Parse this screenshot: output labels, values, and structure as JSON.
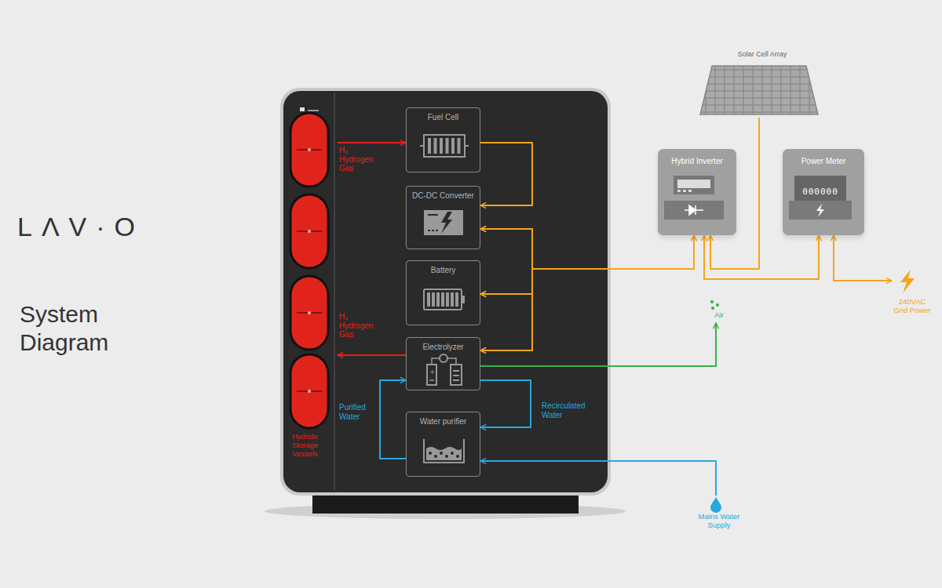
{
  "diagram": {
    "title": "System Diagram",
    "nodes": [
      {
        "text": [
          "Hydride Storage Vessels"
        ]
      },
      {
        "text": [
          "Fuel Cell"
        ]
      },
      {
        "text": [
          "DC-DC Converter"
        ]
      },
      {
        "text": [
          "Battery"
        ]
      },
      {
        "text": [
          "Electrolyzer"
        ]
      },
      {
        "text": [
          "Water purifier"
        ]
      },
      {
        "text": [
          "Solar Cell Array"
        ]
      },
      {
        "text": [
          "Hybrid Inverter"
        ]
      },
      {
        "text": [
          "Power Meter"
        ]
      },
      {
        "text": [
          "240VAC Grid Power"
        ]
      },
      {
        "text": [
          "Air"
        ]
      },
      {
        "text": [
          "Mains Water Supply"
        ]
      }
    ],
    "edges": [
      {
        "from": 0,
        "to": 1,
        "arrow": "to",
        "label": "H₂ Hydrogen Gas"
      },
      {
        "from": 4,
        "to": 0,
        "arrow": "to",
        "label": "H₂ Hydrogen Gas"
      },
      {
        "from": 1,
        "to": 2,
        "arrow": "to"
      },
      {
        "from": 2,
        "to": 3,
        "arrow": "both"
      },
      {
        "from": 2,
        "to": 4,
        "arrow": "to"
      },
      {
        "from": 2,
        "to": 7,
        "arrow": "both"
      },
      {
        "from": 3,
        "to": 7,
        "arrow": "both"
      },
      {
        "from": 3,
        "to": 4,
        "arrow": "to"
      },
      {
        "from": 6,
        "to": 7,
        "arrow": "to"
      },
      {
        "from": 7,
        "to": 8,
        "arrow": "both"
      },
      {
        "from": 8,
        "to": 9,
        "arrow": "both"
      },
      {
        "from": 4,
        "to": 10,
        "arrow": "to"
      },
      {
        "from": 11,
        "to": 5,
        "arrow": "to"
      },
      {
        "from": 5,
        "to": 4,
        "arrow": "to",
        "label": "Purified Water"
      },
      {
        "from": 4,
        "to": 5,
        "arrow": "to",
        "label": "Recirculated Water"
      }
    ],
    "labels": [
      "LΛV·O",
      "000000"
    ]
  }
}
